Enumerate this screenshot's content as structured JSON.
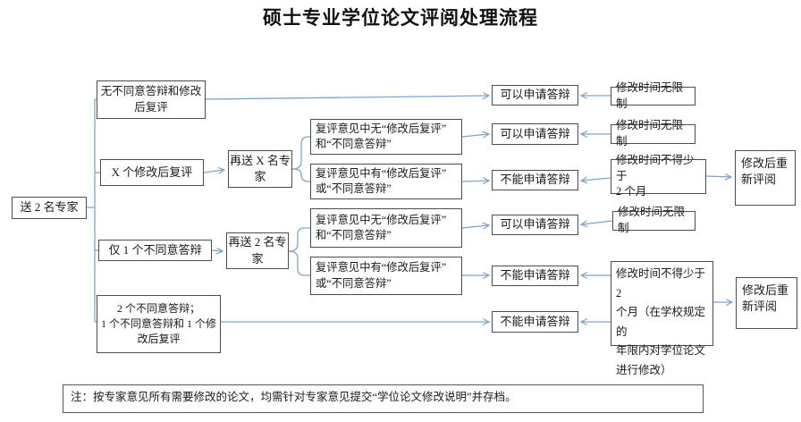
{
  "title": "硕士专业学位论文评阅处理流程",
  "colors": {
    "connector": "#7da3cb",
    "box_border": "#4c4c4c",
    "text": "#1a1a1a",
    "background": "#ffffff"
  },
  "nodes": {
    "root": "送 2 名专家",
    "branch_no_objection": "无不同意答辩和修改\n后复评",
    "branch_x_revise": "X 个修改后复评",
    "branch_one_disagree": "仅 1 个不同意答辩",
    "branch_two_disagree": "2 个不同意答辩；\n1 个不同意答辩和 1 个修\n改后复评",
    "resend_x_experts": "再送 X 名专\n家",
    "resend_2_experts": "再送 2 名专\n家",
    "review_without": "复评意见中无“修改后复评”\n和“不同意答辩”",
    "review_with": "复评意见中有“修改后复评”\n或“不同意答辩”",
    "can_defend": "可以申请答辩",
    "cannot_defend": "不能申请答辩",
    "time_unlimited": "修改时间无限制",
    "time_min_2_months": "修改时间不得少于\n2 个月",
    "time_min_2_months_long": "修改时间不得少于 2\n个月（在学校规定的\n年限内对学位论文\n进行修改）",
    "rereview_after_revision": "修改后重\n新评阅"
  },
  "note": "注：按专家意见所有需要修改的论文，均需针对专家意见提交“学位论文修改说明”并存档。"
}
